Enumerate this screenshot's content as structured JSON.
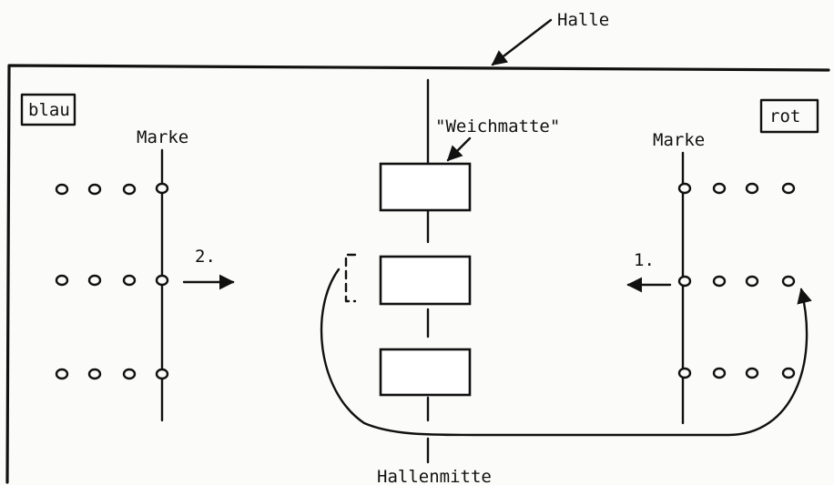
{
  "labels": {
    "hall": "Halle",
    "hall_center": "Hallenmitte",
    "team_left": "blau",
    "team_right": "rot",
    "marker_left": "Marke",
    "marker_right": "Marke",
    "soft_mat": "\"Weichmatte\"",
    "step_1": "1.",
    "step_2": "2."
  },
  "teams": {
    "left_rows": 3,
    "right_rows": 3,
    "players_per_row": 4
  },
  "mats": {
    "count": 3
  }
}
